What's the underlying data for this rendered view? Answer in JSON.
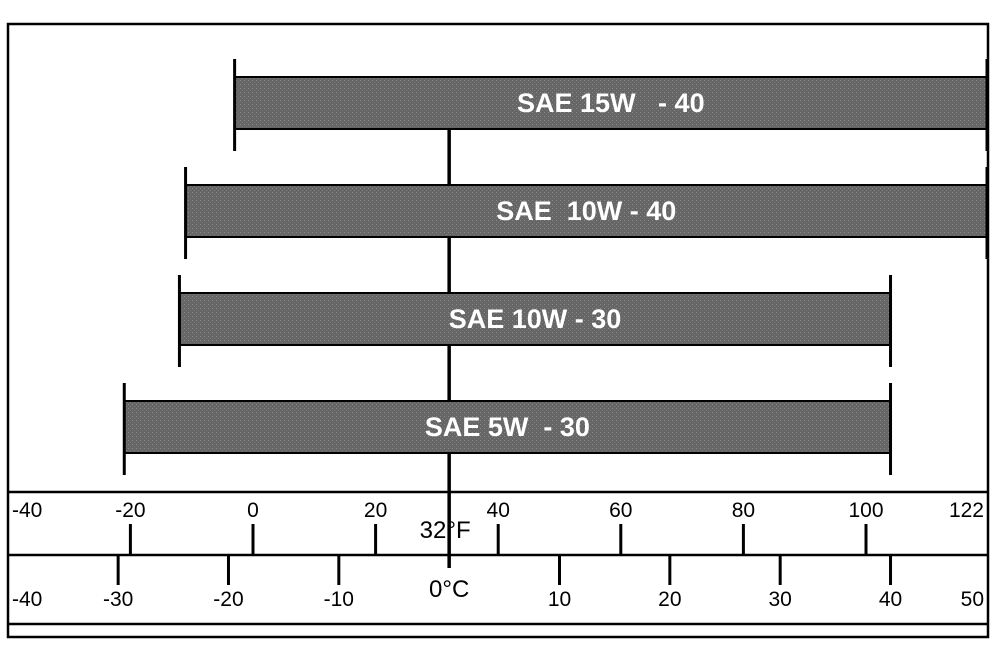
{
  "chart_data": {
    "type": "range-bar",
    "bars": [
      {
        "label": "SAE 15W   - 40",
        "min_f": -3,
        "max_f": 122
      },
      {
        "label": "SAE  10W - 40",
        "min_f": -11,
        "max_f": 122
      },
      {
        "label": "SAE 10W - 30",
        "min_f": -12,
        "max_f": 104
      },
      {
        "label": "SAE 5W  - 30",
        "min_f": -21,
        "max_f": 104
      }
    ],
    "fahrenheit_axis": {
      "range": [
        -40,
        122
      ],
      "ticks": [
        {
          "value": -40,
          "label": "-40"
        },
        {
          "value": -20,
          "label": "-20"
        },
        {
          "value": 0,
          "label": "0"
        },
        {
          "value": 20,
          "label": "20"
        },
        {
          "value": 40,
          "label": "40"
        },
        {
          "value": 60,
          "label": "60"
        },
        {
          "value": 80,
          "label": "80"
        },
        {
          "value": 100,
          "label": "100"
        },
        {
          "value": 122,
          "label": "122"
        }
      ],
      "marker": {
        "value": 32,
        "label": "32°F"
      }
    },
    "celsius_axis": {
      "range": [
        -40,
        50
      ],
      "ticks": [
        {
          "value": -40,
          "label": "-40"
        },
        {
          "value": -30,
          "label": "-30"
        },
        {
          "value": -20,
          "label": "-20"
        },
        {
          "value": -10,
          "label": "-10"
        },
        {
          "value": 10,
          "label": "10"
        },
        {
          "value": 20,
          "label": "20"
        },
        {
          "value": 30,
          "label": "30"
        },
        {
          "value": 40,
          "label": "40"
        },
        {
          "value": 50,
          "label": "50"
        }
      ],
      "marker": {
        "value": 0,
        "label": "0°C"
      }
    },
    "colors": {
      "bar_fill": "#6a6a6a",
      "bar_text": "#ffffff",
      "line": "#000000",
      "background": "#ffffff"
    }
  }
}
